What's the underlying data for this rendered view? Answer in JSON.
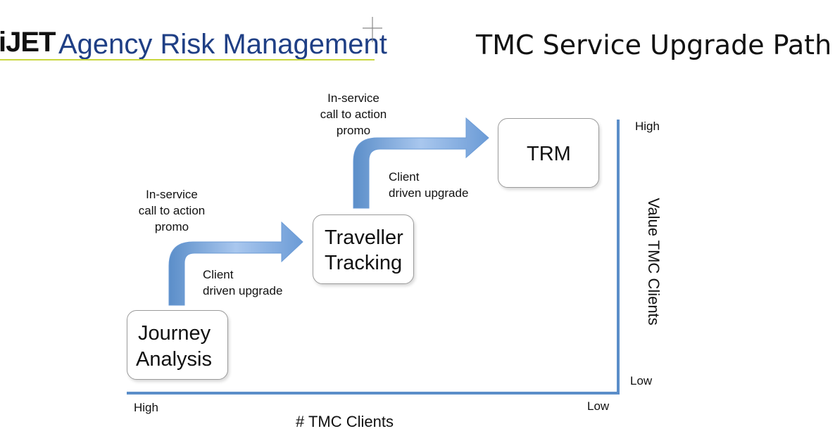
{
  "header": {
    "logo_brand": "iJET",
    "logo_tagline": "Agency Risk Management",
    "title": "TMC Service Upgrade Path"
  },
  "diagram": {
    "stages": [
      {
        "id": "journey-analysis",
        "lines": [
          "Journey",
          "Analysis"
        ]
      },
      {
        "id": "traveller-tracking",
        "lines": [
          "Traveller",
          "Tracking"
        ]
      },
      {
        "id": "trm",
        "lines": [
          "TRM"
        ]
      }
    ],
    "transitions": [
      {
        "promo_lines": [
          "In-service",
          "call to action",
          "promo"
        ],
        "driver_lines": [
          "Client",
          "driven upgrade"
        ]
      },
      {
        "promo_lines": [
          "In-service",
          "call to action",
          "promo"
        ],
        "driver_lines": [
          "Client",
          "driven upgrade"
        ]
      }
    ],
    "x_axis": {
      "title": "# TMC Clients",
      "start_label": "High",
      "end_label": "Low"
    },
    "y_axis": {
      "title": "Value TMC Clients",
      "top_label": "High",
      "bottom_label": "Low"
    },
    "colors": {
      "arrow_light": "#c9dcf4",
      "arrow_dark": "#5b8ec9",
      "axis": "#5b8ec9",
      "logo_text": "#1f3f85",
      "logo_underline": "#c8d63c"
    }
  }
}
